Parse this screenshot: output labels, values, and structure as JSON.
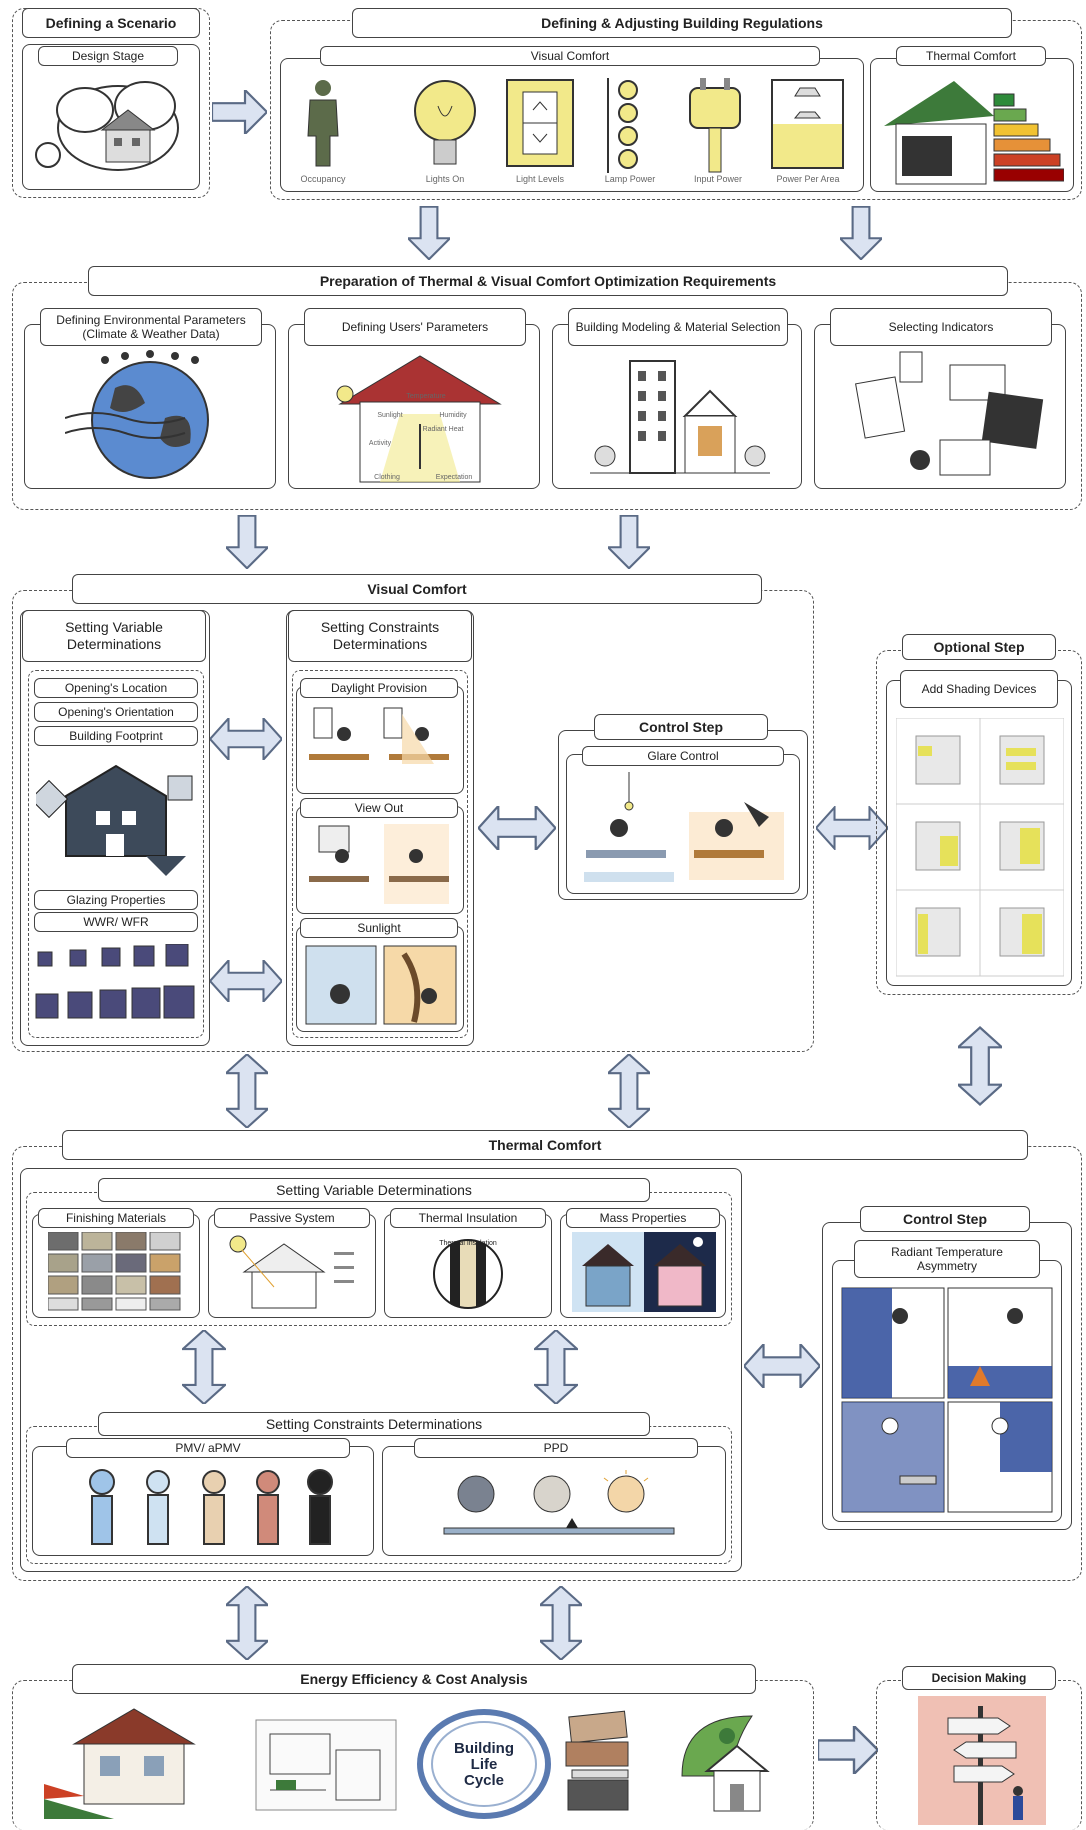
{
  "stage1": {
    "title": "Defining a Scenario",
    "sub": "Design Stage"
  },
  "regs": {
    "title": "Defining & Adjusting Building Regulations",
    "visual": "Visual Comfort",
    "thermal": "Thermal Comfort",
    "items": [
      "Occupancy",
      "Lights On",
      "Light Levels",
      "Lamp Power",
      "Input Power",
      "Power Per Area"
    ]
  },
  "prep": {
    "title": "Preparation of Thermal & Visual Comfort Optimization Requirements",
    "env": "Defining Environmental Parameters (Climate & Weather Data)",
    "users": "Defining Users' Parameters",
    "model": "Building Modeling & Material Selection",
    "ind": "Selecting Indicators",
    "house_labels": [
      "Temperature",
      "Sunlight",
      "Humidity",
      "Radiant Heat",
      "Activity",
      "Clothing",
      "Expectation"
    ]
  },
  "visual": {
    "title": "Visual Comfort",
    "var_title": "Setting Variable Determinations",
    "con_title": "Setting Constraints Determinations",
    "vars": [
      "Opening's Location",
      "Opening's Orientation",
      "Building Footprint",
      "Glazing Properties",
      "WWR/ WFR"
    ],
    "cons": [
      "Daylight Provision",
      "View Out",
      "Sunlight"
    ],
    "control_title": "Control Step",
    "control_sub": "Glare Control"
  },
  "optional": {
    "title": "Optional Step",
    "sub": "Add Shading Devices"
  },
  "thermal": {
    "title": "Thermal Comfort",
    "var_title": "Setting Variable Determinations",
    "vars": [
      "Finishing Materials",
      "Passive System",
      "Thermal Insulation",
      "Mass Properties"
    ],
    "insulation_text": "Thermal Insulation",
    "con_title": "Setting Constraints Determinations",
    "cons": [
      "PMV/ aPMV",
      "PPD"
    ],
    "control_title": "Control Step",
    "control_sub": "Radiant Temperature Asymmetry"
  },
  "energy": {
    "title": "Energy Efficiency & Cost Analysis",
    "cycle": [
      "Building",
      "Life",
      "Cycle"
    ]
  },
  "decision": {
    "title": "Decision Making"
  },
  "colors": {
    "arrow": "#dbe3f1",
    "arrow_stroke": "#5a6a85",
    "accent": "#f2e98a"
  }
}
